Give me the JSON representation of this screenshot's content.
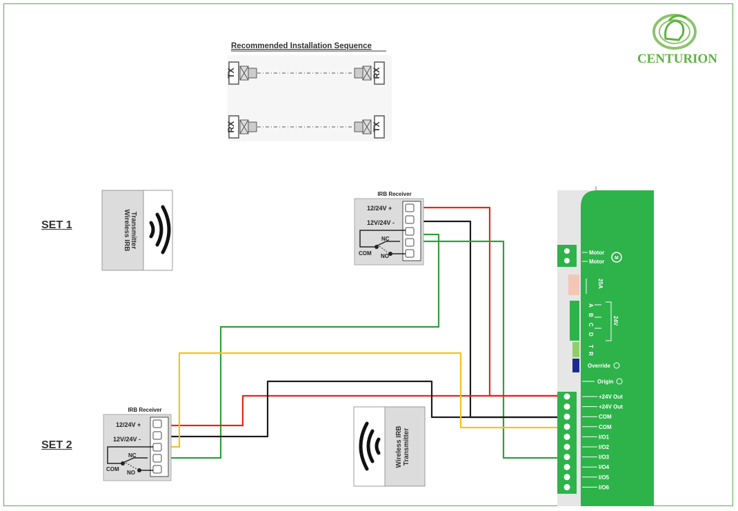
{
  "install_sequence": {
    "title": "Recommended Installation Sequence",
    "row1": {
      "left": "TX",
      "right": "RX"
    },
    "row2": {
      "left": "RX",
      "right": "TX"
    }
  },
  "brand": {
    "name": "CENTURION",
    "color": "#5fb240"
  },
  "sets": {
    "set1": "SET 1",
    "set2": "SET 2"
  },
  "transmitter": {
    "line1": "Wireless IRB",
    "line2": "Transmitter",
    "icon": "wireless-signal-icon"
  },
  "receiver": {
    "title": "IRB Receiver",
    "pos": "12/24V +",
    "neg": "12V/24V -",
    "nc": "NC",
    "com": "COM",
    "no": "NO"
  },
  "controller": {
    "motor1": "Motor",
    "motor2": "Motor",
    "fuse": "25A",
    "abcd": [
      "A",
      "B",
      "C",
      "D"
    ],
    "voltage": "24V",
    "t": "T",
    "r": "R",
    "override": "Override",
    "origin": "Origin",
    "terminals": [
      "+24V Out",
      "+24V Out",
      "COM",
      "COM",
      "I/O1",
      "I/O2",
      "I/O3",
      "I/O4",
      "I/O5",
      "I/O6"
    ]
  },
  "wire_colors": {
    "red": "#e32619",
    "black": "#1a1a1a",
    "green": "#2e9e3a",
    "yellow": "#f4c21f"
  }
}
